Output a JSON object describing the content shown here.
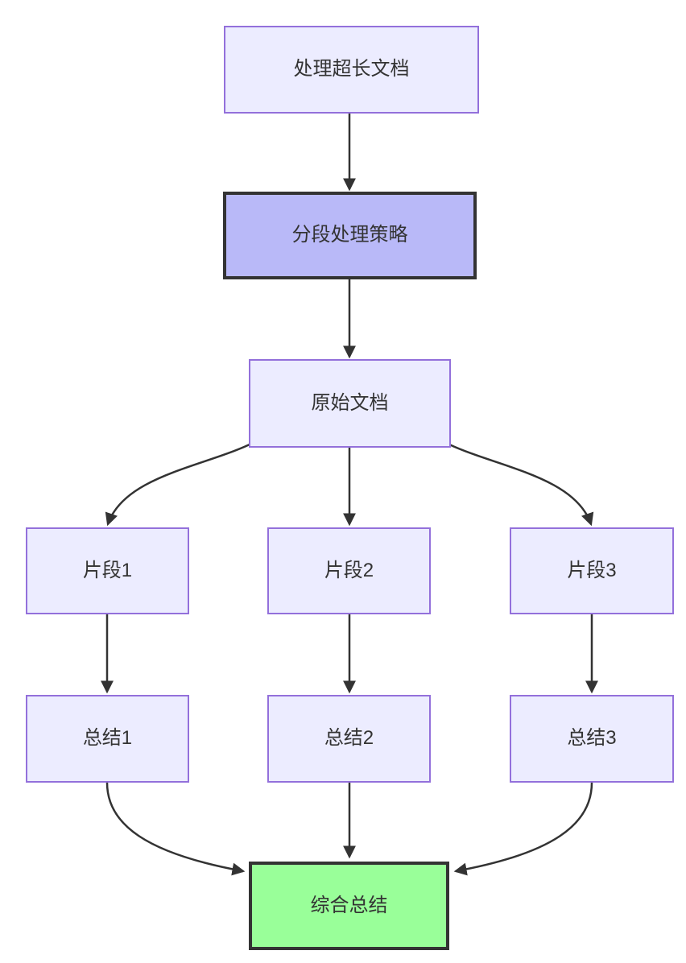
{
  "diagram": {
    "type": "flowchart",
    "direction": "top-down",
    "background": "#ffffff",
    "colors": {
      "node_fill": "#ECECFF",
      "node_border": "#9370DB",
      "accent_node_fill": "#b9b9f8",
      "accent_node_border": "#333333",
      "result_node_fill": "#99ff99",
      "result_node_border": "#333333",
      "edge_color": "#333333",
      "text_color": "#333333"
    },
    "nodes": [
      {
        "id": "process-long-doc",
        "label": "处理超长文档",
        "style": "default"
      },
      {
        "id": "segment-strategy",
        "label": "分段处理策略",
        "style": "accent"
      },
      {
        "id": "original-doc",
        "label": "原始文档",
        "style": "default"
      },
      {
        "id": "fragment-1",
        "label": "片段1",
        "style": "default"
      },
      {
        "id": "fragment-2",
        "label": "片段2",
        "style": "default"
      },
      {
        "id": "fragment-3",
        "label": "片段3",
        "style": "default"
      },
      {
        "id": "summary-1",
        "label": "总结1",
        "style": "default"
      },
      {
        "id": "summary-2",
        "label": "总结2",
        "style": "default"
      },
      {
        "id": "summary-3",
        "label": "总结3",
        "style": "default"
      },
      {
        "id": "final-summary",
        "label": "综合总结",
        "style": "result"
      }
    ],
    "edges": [
      {
        "from": "process-long-doc",
        "to": "segment-strategy"
      },
      {
        "from": "segment-strategy",
        "to": "original-doc"
      },
      {
        "from": "original-doc",
        "to": "fragment-1"
      },
      {
        "from": "original-doc",
        "to": "fragment-2"
      },
      {
        "from": "original-doc",
        "to": "fragment-3"
      },
      {
        "from": "fragment-1",
        "to": "summary-1"
      },
      {
        "from": "fragment-2",
        "to": "summary-2"
      },
      {
        "from": "fragment-3",
        "to": "summary-3"
      },
      {
        "from": "summary-1",
        "to": "final-summary"
      },
      {
        "from": "summary-2",
        "to": "final-summary"
      },
      {
        "from": "summary-3",
        "to": "final-summary"
      }
    ]
  }
}
